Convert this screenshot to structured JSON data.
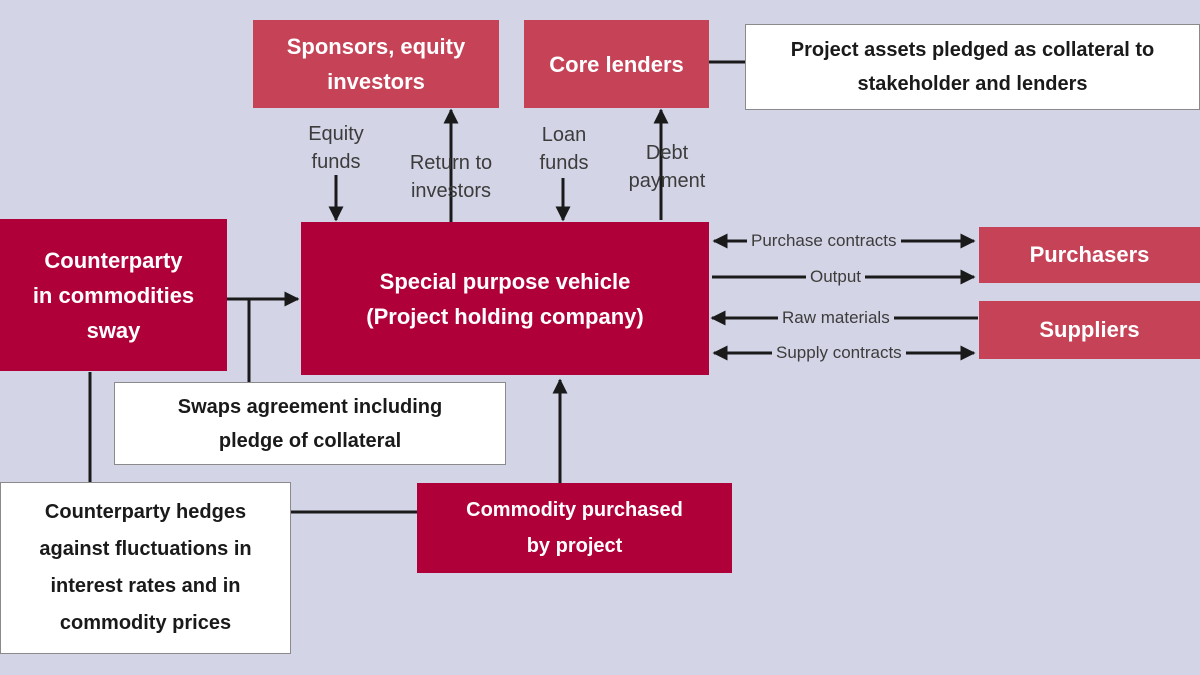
{
  "nodes": {
    "sponsors": "Sponsors, equity\ninvestors",
    "core_lenders": "Core lenders",
    "collateral_note": "Project assets pledged as collateral to\nstakeholder and lenders",
    "counterparty": "Counterparty\nin commodities\nsway",
    "spv": "Special purpose vehicle\n(Project holding company)",
    "purchasers": "Purchasers",
    "suppliers": "Suppliers",
    "swaps_note": "Swaps agreement including\npledge of collateral",
    "hedge_note": "Counterparty hedges\nagainst fluctuations in\ninterest rates and in\ncommodity prices",
    "commodity": "Commodity purchased\nby project"
  },
  "flows": {
    "equity_funds": "Equity\nfunds",
    "return_to_investors": "Return to\ninvestors",
    "loan_funds": "Loan\nfunds",
    "debt_payment": "Debt\npayment",
    "purchase_contracts": "Purchase contracts",
    "output": "Output",
    "raw_materials": "Raw materials",
    "supply_contracts": "Supply contracts"
  },
  "colors": {
    "background": "#d3d4e6",
    "primary_box": "#b0003a",
    "secondary_box": "#c64257",
    "note_box": "#ffffff",
    "line": "#1a1a1a"
  }
}
